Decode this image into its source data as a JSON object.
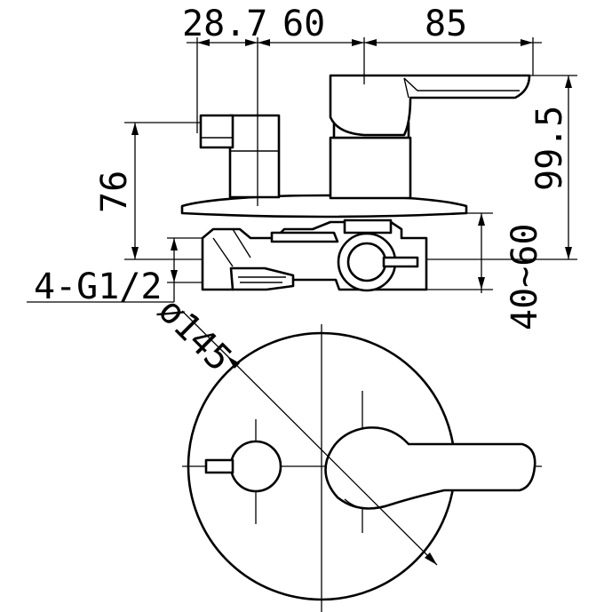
{
  "dimensions": {
    "handle_offset": "28.7",
    "body_width": "60",
    "lever_reach": "85",
    "total_height": "99.5",
    "body_height": "76",
    "wall_depth": "40~60",
    "connections": "4-G1/2",
    "plate_diameter": "ø145"
  }
}
